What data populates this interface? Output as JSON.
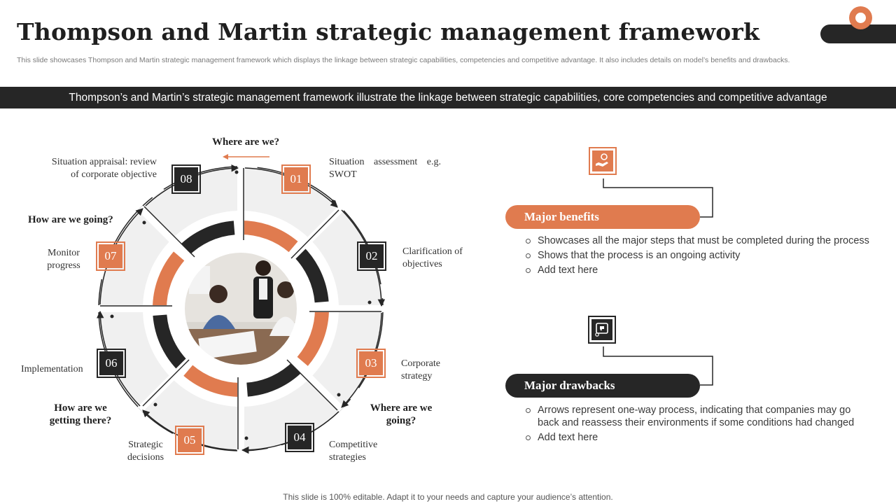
{
  "header": {
    "title": "Thompson and Martin strategic management framework",
    "subtitle": "This slide showcases Thompson and Martin strategic management framework which displays the linkage between strategic capabilities, competencies and competitive advantage. It also includes details on model’s benefits and drawbacks."
  },
  "banner": "Thompson’s and Martin’s strategic management framework illustrate the linkage between strategic capabilities, core competencies and competitive advantage",
  "diagram": {
    "questions": {
      "top": "Where are we?",
      "left_upper": "How are we going?",
      "left_lower": "How are we getting there?",
      "right_lower": "Where are we going?"
    },
    "steps": [
      {
        "num": "01",
        "label": "Situation assessment e.g. SWOT"
      },
      {
        "num": "02",
        "label": "Clarification of objectives"
      },
      {
        "num": "03",
        "label": "Corporate strategy"
      },
      {
        "num": "04",
        "label": "Competitive strategies"
      },
      {
        "num": "05",
        "label": "Strategic decisions"
      },
      {
        "num": "06",
        "label": "Implementation"
      },
      {
        "num": "07",
        "label": "Monitor progress"
      },
      {
        "num": "08",
        "label": "Situation appraisal: review of corporate objective"
      }
    ]
  },
  "benefits": {
    "title": "Major benefits",
    "icon": "hand-holding-money-icon",
    "items": [
      "Showcases all the major steps that must be completed during the process",
      "Shows that the process is an ongoing activity",
      "Add text here"
    ]
  },
  "drawbacks": {
    "title": "Major drawbacks",
    "icon": "thumbs-down-icon",
    "items": [
      "Arrows represent one-way process, indicating that companies may go back and reassess their environments if some conditions had changed",
      "Add text here"
    ]
  },
  "footer": "This slide is 100% editable. Adapt it to your needs and capture your audience’s attention.",
  "colors": {
    "accent": "#e07b4f",
    "dark": "#262626",
    "light_gray": "#f0f0f0"
  }
}
